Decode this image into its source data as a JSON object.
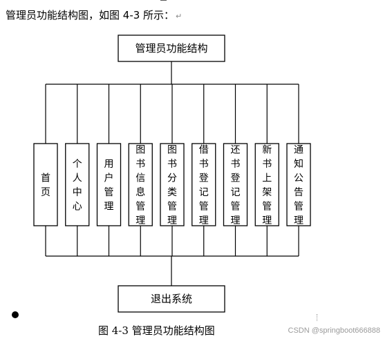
{
  "intro": {
    "text": "管理员功能结构图，如图 4-3 所示：",
    "para_mark": "↵"
  },
  "diagram": {
    "root": "管理员功能结构",
    "modules": [
      "首页",
      "个人中心",
      "用户管理",
      "图书信息管理",
      "图书分类管理",
      "借书登记管理",
      "还书登记管理",
      "新书上架管理",
      "通知公告管理"
    ],
    "exit": "退出系统"
  },
  "caption": "图 4-3  管理员功能结构图",
  "watermark": "CSDN @springboot666888"
}
